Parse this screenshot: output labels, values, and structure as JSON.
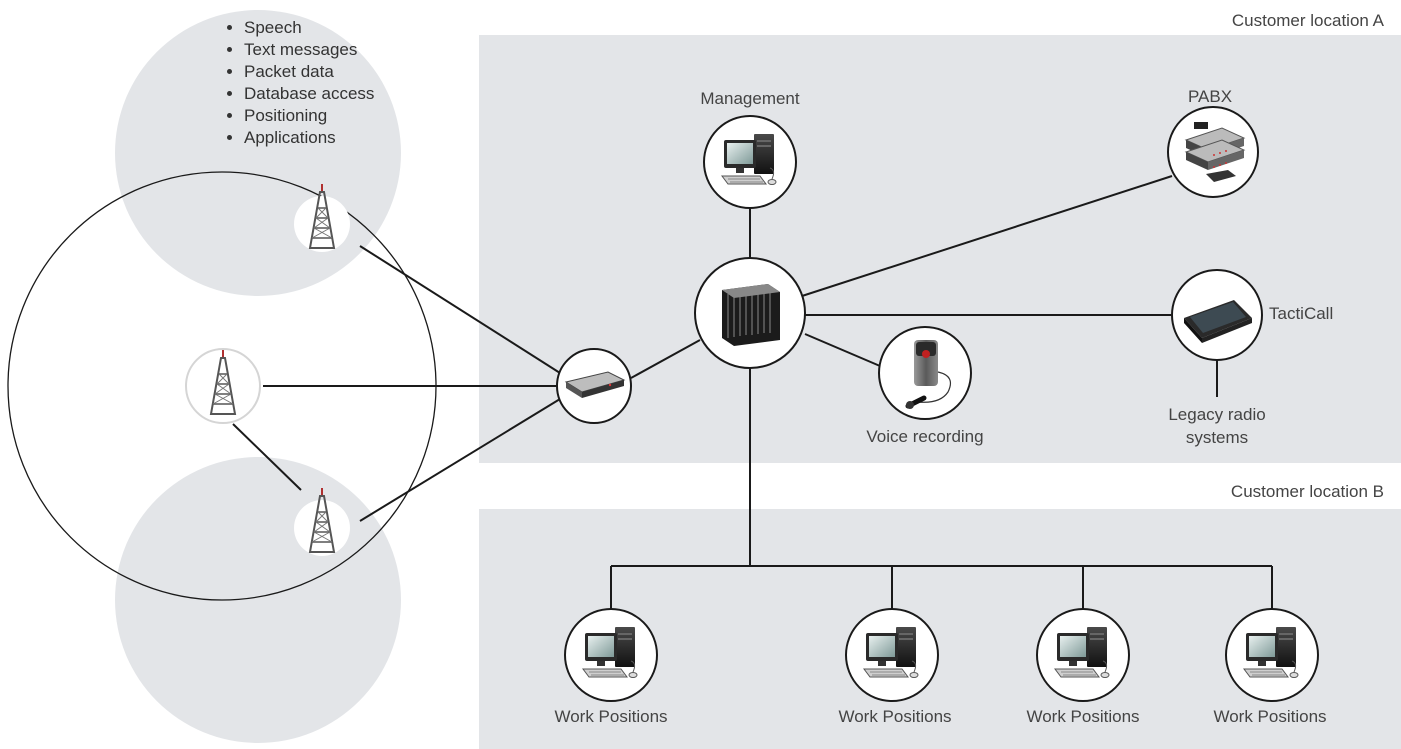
{
  "locations": {
    "a": "Customer location A",
    "b": "Customer location B"
  },
  "services": [
    "Speech",
    "Text messages",
    "Packet data",
    "Database access",
    "Positioning",
    "Applications"
  ],
  "nodes": {
    "management": "Management",
    "pabx": "PABX",
    "tacticall": "TactiCall",
    "voice_recording": "Voice recording",
    "legacy_line1": "Legacy radio",
    "legacy_line2": "systems",
    "work_positions": [
      "Work Positions",
      "Work Positions",
      "Work Positions",
      "Work Positions"
    ]
  },
  "colors": {
    "panel": "#e3e5e8",
    "line": "#1a1a1a"
  }
}
